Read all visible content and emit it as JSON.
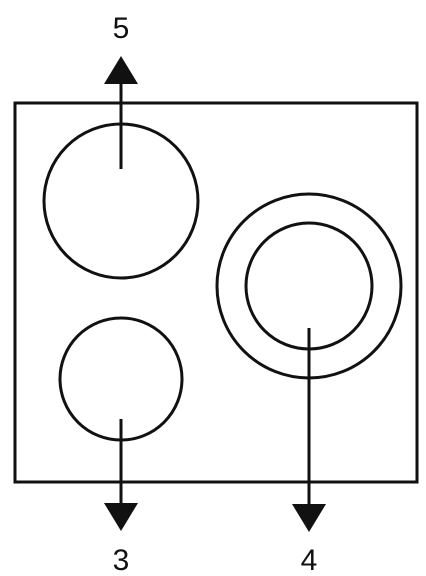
{
  "labels": {
    "top": "5",
    "bottom_left": "3",
    "bottom_right": "4"
  },
  "colors": {
    "stroke": "#111111",
    "background": "#ffffff"
  }
}
